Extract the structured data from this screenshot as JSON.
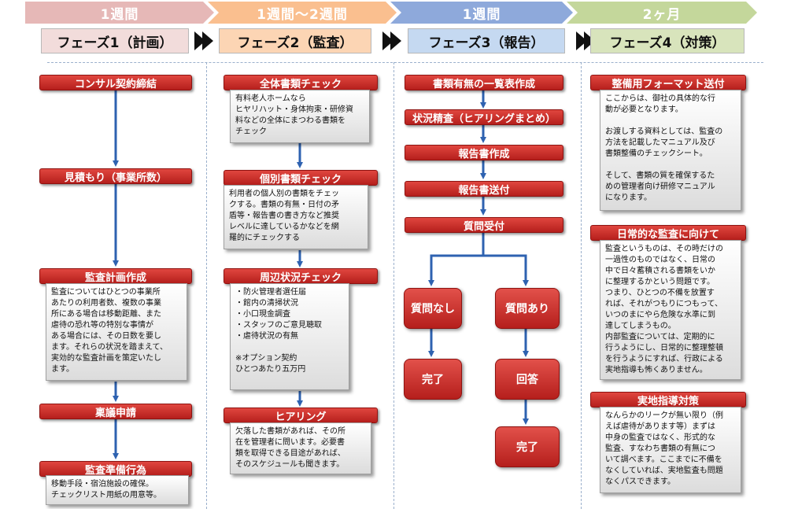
{
  "durations": [
    "1週間",
    "1週間〜2週間",
    "1週間",
    "2ヶ月"
  ],
  "phases": [
    "フェーズ1（計画）",
    "フェーズ2（監査）",
    "フェーズ3（報告）",
    "フェーズ4（対策）"
  ],
  "colors": {
    "phase1": "#f2dcdb",
    "phase2": "#fcd5b4",
    "phase3": "#c5d9f1",
    "phase4": "#d8e4bc",
    "dur1": "#e6b8b7",
    "dur2": "#fabf8f",
    "dur3": "#8ea9db",
    "dur4": "#c4d79b"
  },
  "col1": {
    "steps": [
      "コンサル契約締結",
      "見積もり（事業所数）",
      "監査計画作成",
      "稟議申請",
      "監査準備行為"
    ],
    "notes": {
      "plan": "監査についてはひとつの事業所\nあたりの利用者数、複数の事業\n所にある場合は移動距離、また\n虐待の恐れ等の特別な事情が\nある場合には、その日数を要し\nます。それらの状況を踏まえて、\n実効的な監査計画を策定いたし\nます。",
      "prep": "移動手段・宿泊施設の確保。\nチェックリスト用紙の用意等。"
    }
  },
  "col2": {
    "steps": [
      "全体書類チェック",
      "個別書類チェック",
      "周辺状況チェック",
      "ヒアリング"
    ],
    "notes": {
      "overall": "有料老人ホームなら\nヒヤリハット・身体拘束・研修資\n料などの全体にまつわる書類を\nチェック",
      "individual": "利用者の個人別の書類をチェッ\nクする。書類の有無・日付の矛\n盾等・報告書の書き方など推奨\nレベルに達しているかなどを網\n羅的にチェックする",
      "surroundings": "・防火管理者選任届\n・館内の清掃状況\n・小口現金調査\n・スタッフのご意見聴取\n・虐待状況の有無\n\n※オプション契約\nひとつあたり五万円",
      "hearing": "欠落した書類があれば、その所\n在を管理者に問います。必要書\n類を取得できる目途があれば、\nそのスケジュールも聞きます。"
    }
  },
  "col3": {
    "steps": [
      "書類有無の一覧表作成",
      "状況精査（ヒアリングまとめ）",
      "報告書作成",
      "報告書送付",
      "質問受付"
    ],
    "boxes": [
      "質問なし",
      "質問あり",
      "完了",
      "回答",
      "完了"
    ]
  },
  "col4": {
    "steps": [
      "整備用フォーマット送付",
      "日常的な監査に向けて",
      "実地指導対策"
    ],
    "notes": {
      "format": "ここからは、御社の具体的な行\n動が必要となります。\n\nお渡しする資料としては、監査の\n方法を記載したマニュアル及び\n書類整備のチェックシート。\n\nそして、書類の質を確保するた\nめの管理者向け研修マニュアル\nになります。",
      "daily": "監査というものは、その時だけの\n一過性のものではなく、日常の\n中で日々蓄積される書類をいか\nに整理するかという問題です。\nつまり、ひとつの不備を放置す\nれば、それがつもりにつもって、\nいつのまにやら危険な水準に到\n達してしまうもの。\n内部監査については、定期的に\n行うようにし、日常的に整理整頓\nを行うようにすれば、行政による\n実地指導も怖くありません。",
      "inspection": "なんらかのリークが無い限り（例\nえば虐待があります等）まずは\n中身の監査ではなく、形式的な\n監査、すなわち書類の有無につ\nいて調べます。ここまでに不備を\nなくしていれば、実地監査も問題\nなくパスできます。"
    }
  }
}
